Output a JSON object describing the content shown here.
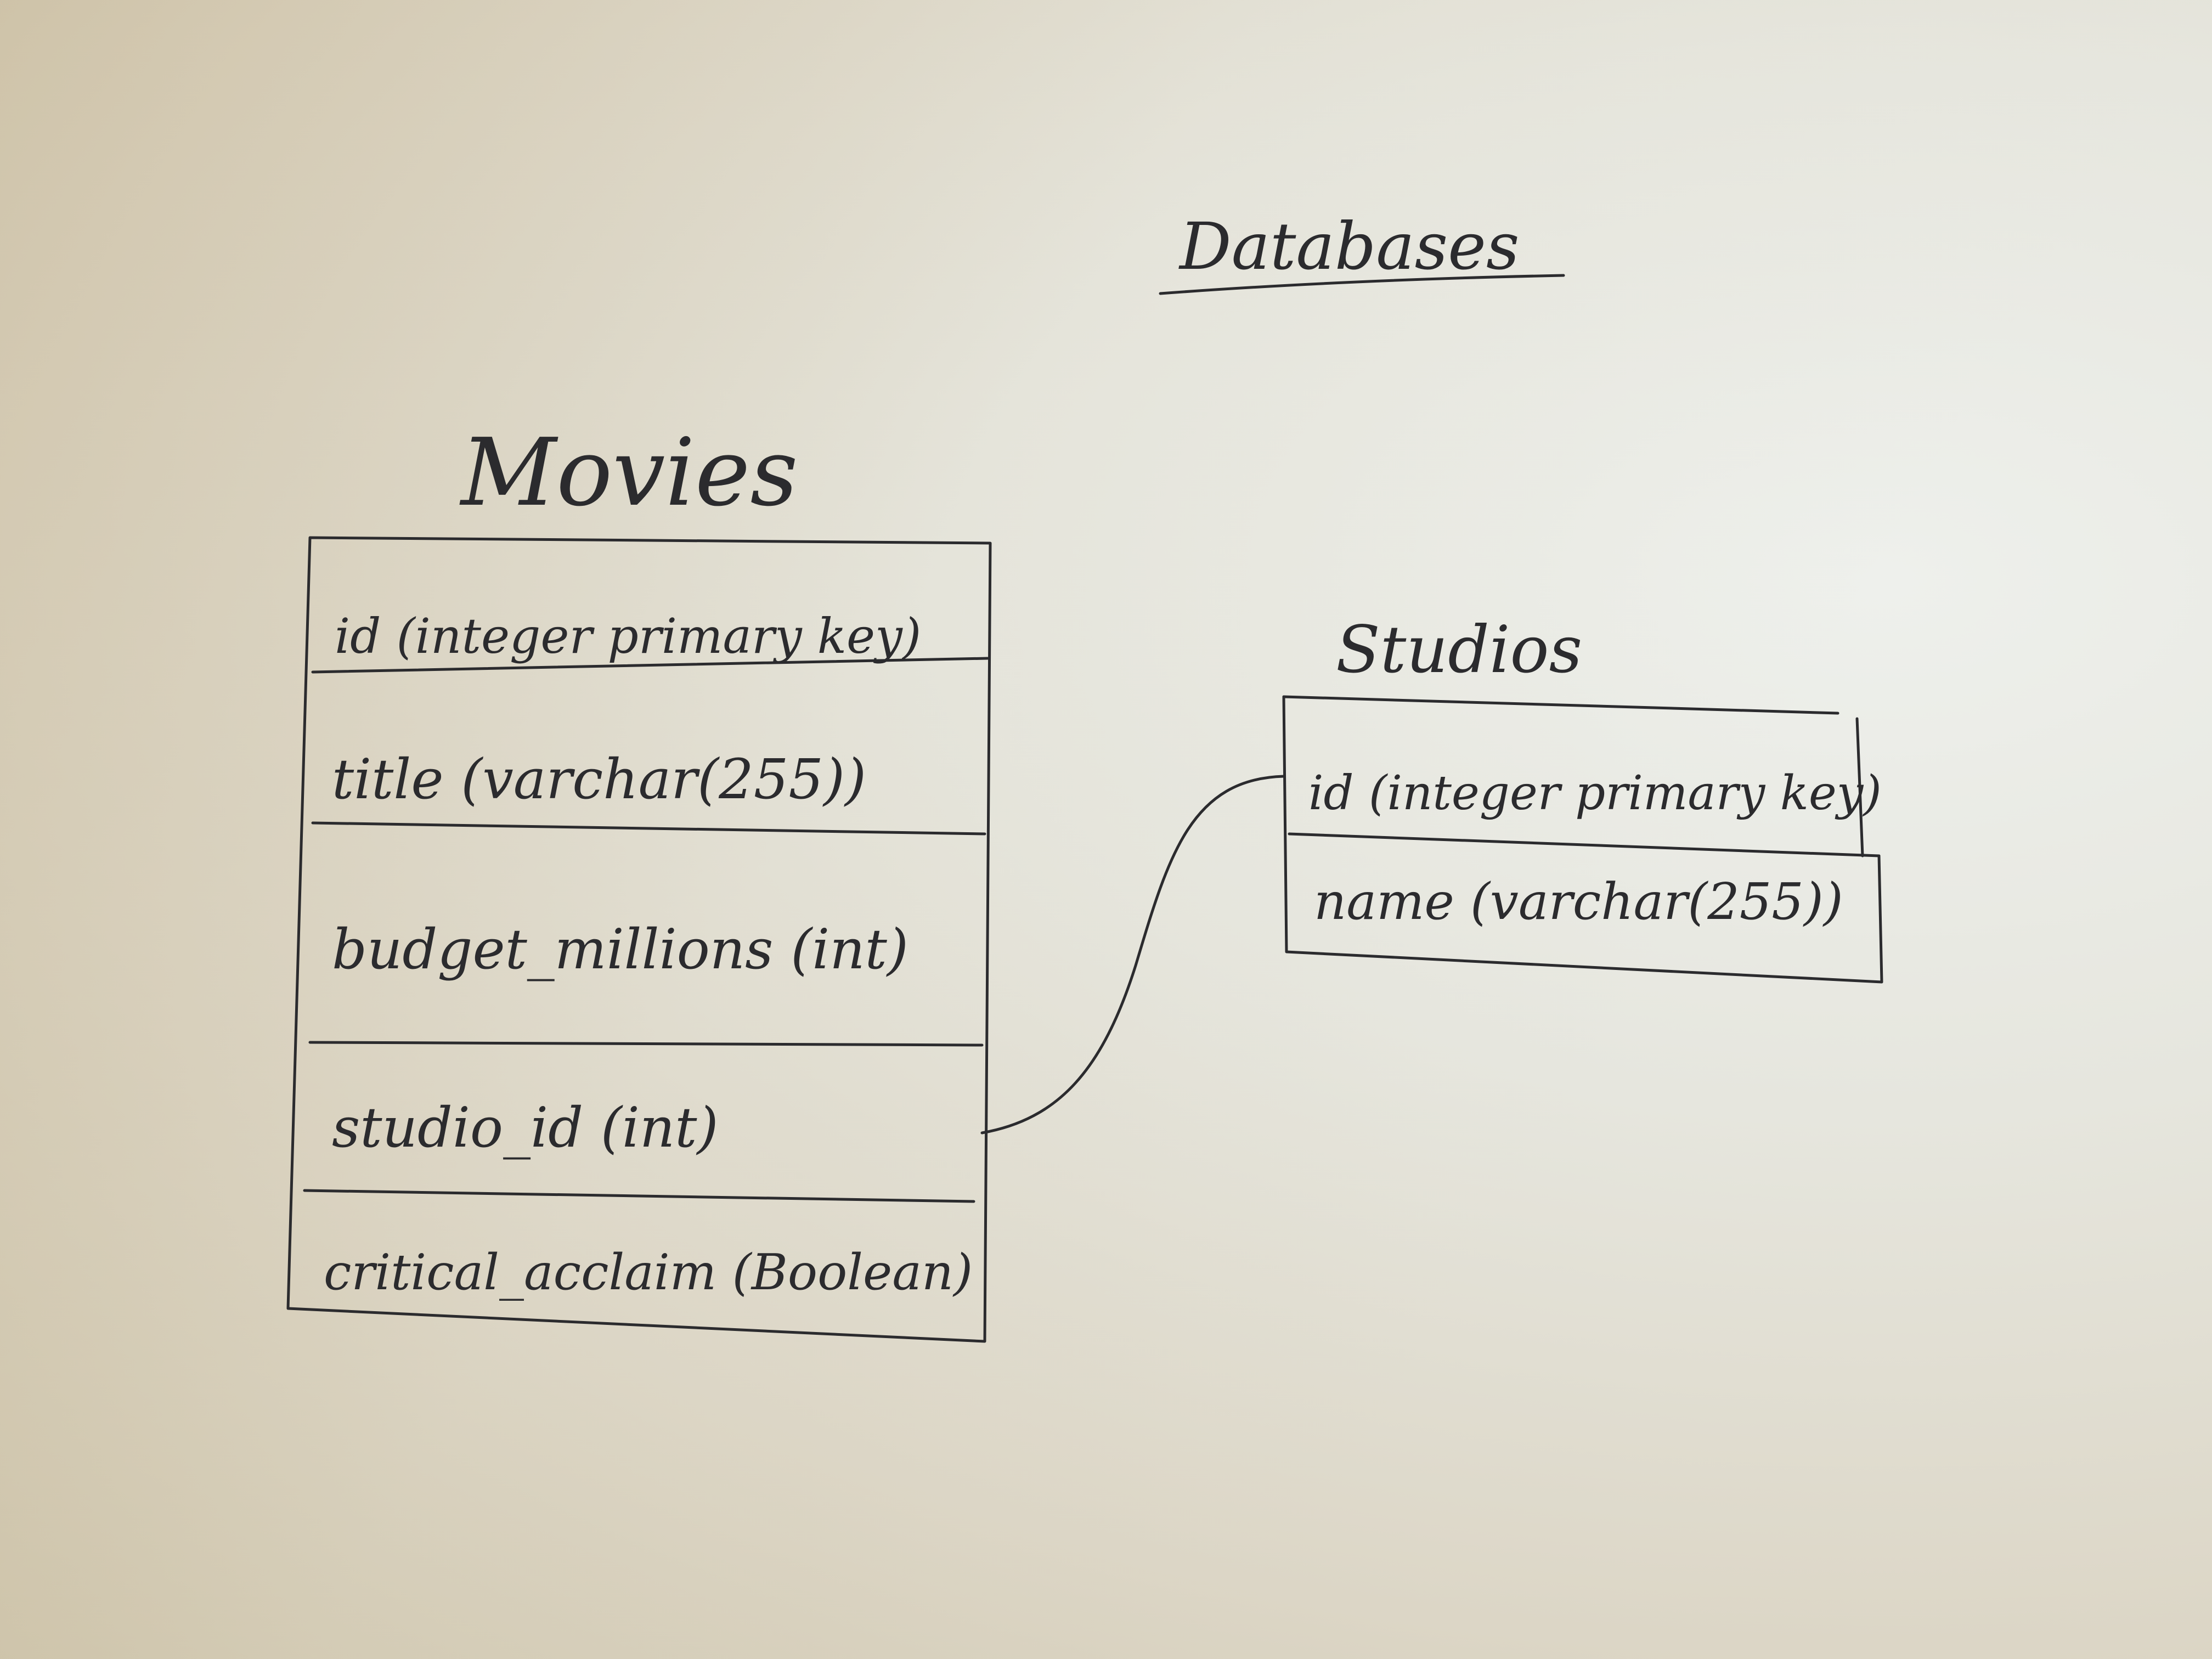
{
  "title": "Databases",
  "tables": [
    {
      "name": "Movies",
      "fields": [
        "id (integer primary key)",
        "title (varchar(255))",
        "budget_millions (int)",
        "studio_id (int)",
        "critical_acclaim (Boolean)"
      ]
    },
    {
      "name": "Studios",
      "fields": [
        "id (integer primary key)",
        "name (varchar(255))"
      ]
    }
  ],
  "relationship": {
    "from": "Movies.studio_id",
    "to": "Studios.id"
  }
}
